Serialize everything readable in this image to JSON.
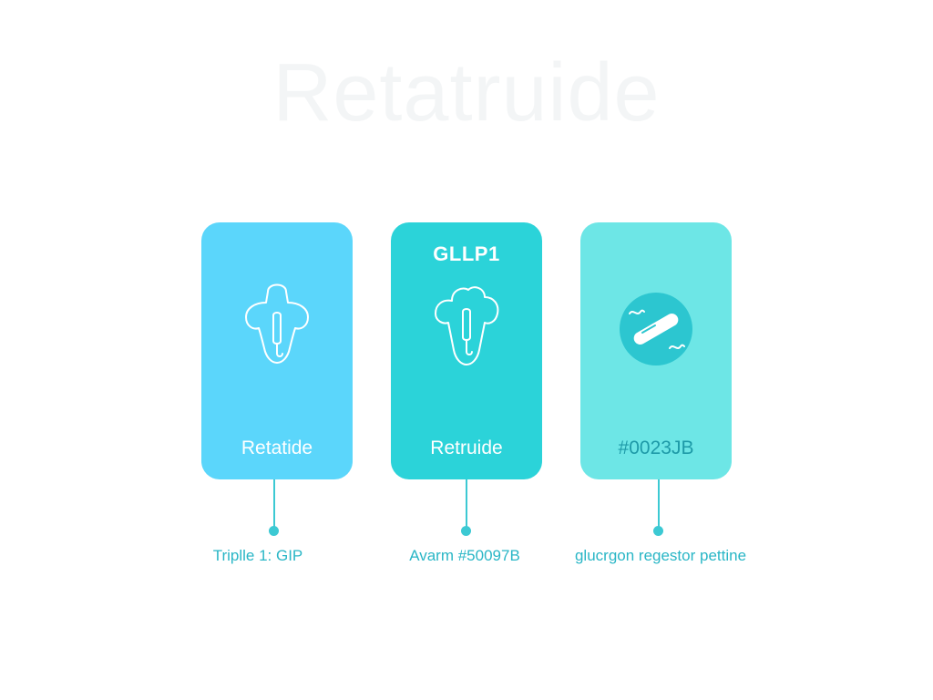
{
  "watermark": "Retatruide",
  "cards": [
    {
      "top_label": "",
      "name": "Retatide",
      "caption": "Triplle 1: GIP",
      "color": "#5bd6fb",
      "icon": "receptor-outline-icon"
    },
    {
      "top_label": "GLLP1",
      "name": "Retruide",
      "caption": "Avarm #50097B",
      "color": "#2bd3d9",
      "icon": "receptor-outline-icon"
    },
    {
      "top_label": "",
      "name": "#0023JB",
      "caption": "glucrgon regestor pettine",
      "color": "#6de6e6",
      "icon": "capsule-circle-icon"
    }
  ],
  "connector_color": "#3cc9d3",
  "caption_color": "#29b6c6"
}
